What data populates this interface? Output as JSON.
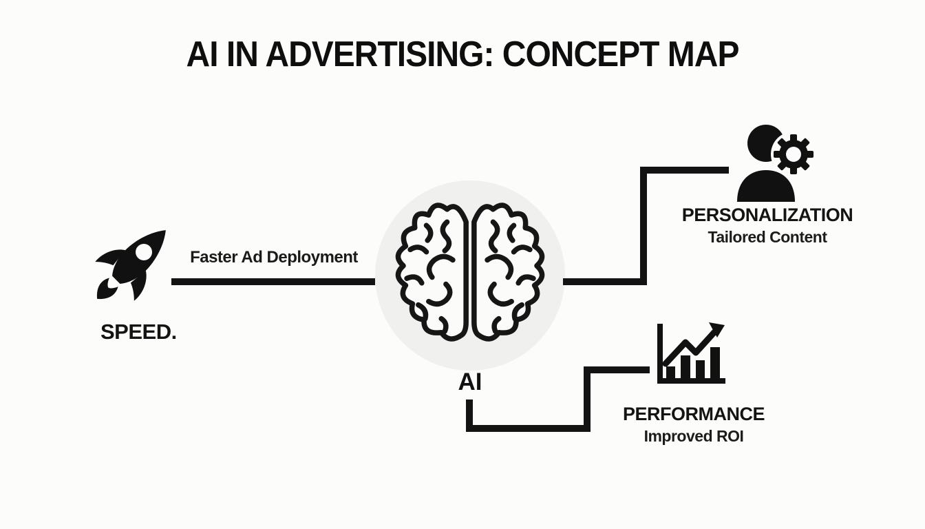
{
  "title": "AI IN ADVERTISING: CONCEPT MAP",
  "center": {
    "label": "AI",
    "icon": "brain-icon"
  },
  "nodes": [
    {
      "id": "speed",
      "label": "SPEED.",
      "icon": "rocket-icon",
      "edge_label": "Faster Ad Deployment"
    },
    {
      "id": "personalization",
      "label": "PERSONALIZATION",
      "sublabel": "Tailored Content",
      "icon": "user-gear-icon"
    },
    {
      "id": "performance",
      "label": "PERFORMANCE",
      "sublabel": "Improved ROI",
      "icon": "growth-chart-icon"
    }
  ],
  "colors": {
    "background": "#fcfcfa",
    "circle_fill": "#f0f0ee",
    "ink": "#121212",
    "connector": "#131313"
  }
}
